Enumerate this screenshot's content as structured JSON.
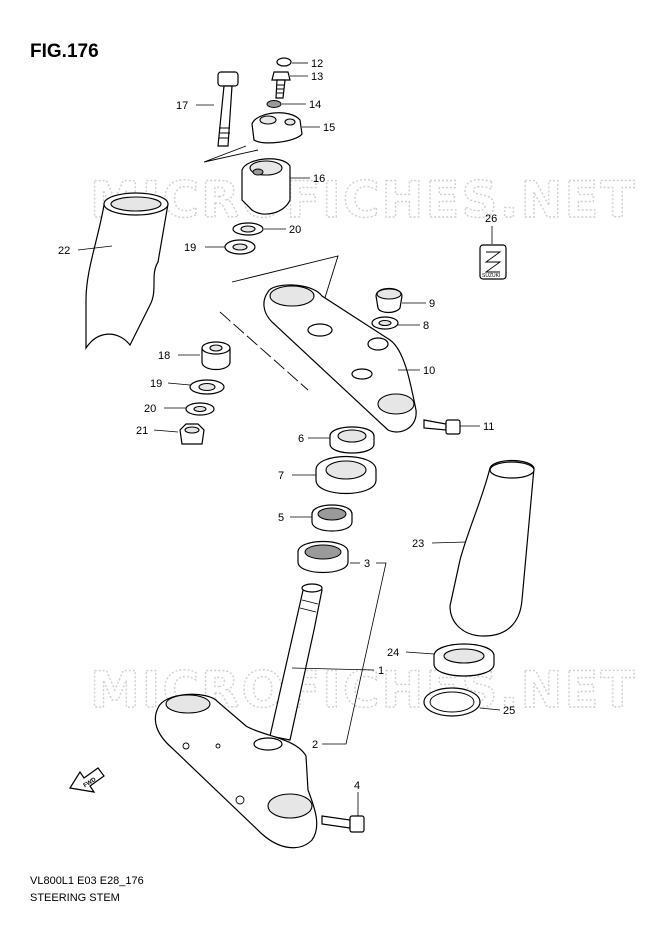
{
  "figure_title": "FIG.176",
  "watermark": "MICROFICHES.NET",
  "footer": {
    "model_line": "VL800L1 E03 E28_176",
    "assembly_name": "STEERING STEM"
  },
  "emblem_text": "SUZUKI",
  "callouts": [
    "1",
    "2",
    "3",
    "4",
    "5",
    "6",
    "7",
    "8",
    "9",
    "10",
    "11",
    "12",
    "13",
    "14",
    "15",
    "16",
    "17",
    "18",
    "19",
    "20",
    "21",
    "22",
    "23",
    "24",
    "25",
    "26"
  ],
  "fwd_label": "FWD"
}
